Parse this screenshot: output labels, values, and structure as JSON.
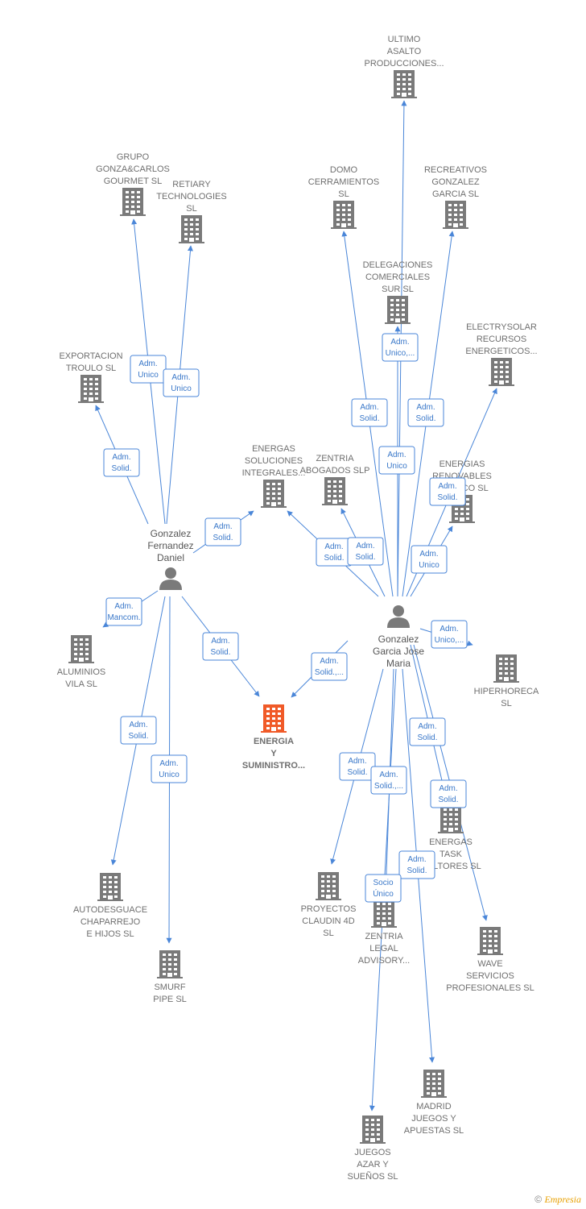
{
  "colors": {
    "edge": "#4a86d8",
    "node": "#7a7a7a",
    "focus": "#f05a28"
  },
  "nodes": [
    {
      "id": "ultimo",
      "type": "company",
      "lines": [
        "ULTIMO",
        "ASALTO",
        "PRODUCCIONES..."
      ]
    },
    {
      "id": "grupo",
      "type": "company",
      "lines": [
        "GRUPO",
        "GONZA&CARLOS",
        "GOURMET  SL"
      ]
    },
    {
      "id": "retiary",
      "type": "company",
      "lines": [
        "RETIARY",
        "TECHNOLOGIES",
        "SL"
      ]
    },
    {
      "id": "domo",
      "type": "company",
      "lines": [
        "DOMO",
        "CERRAMIENTOS",
        "SL"
      ]
    },
    {
      "id": "recreativos",
      "type": "company",
      "lines": [
        "RECREATIVOS",
        "GONZALEZ",
        "GARCIA SL"
      ]
    },
    {
      "id": "delegaciones",
      "type": "company",
      "lines": [
        "DELEGACIONES",
        "COMERCIALES",
        "SUR  SL"
      ]
    },
    {
      "id": "electrysolar",
      "type": "company",
      "lines": [
        "ELECTRYSOLAR",
        "RECURSOS",
        "ENERGETICOS..."
      ]
    },
    {
      "id": "exportacion",
      "type": "company",
      "lines": [
        "EXPORTACION",
        "TROULO  SL"
      ]
    },
    {
      "id": "energas_sol",
      "type": "company",
      "lines": [
        "ENERGAS",
        "SOLUCIONES",
        "INTEGRALES..."
      ]
    },
    {
      "id": "zentria_abog",
      "type": "company",
      "lines": [
        "ZENTRIA",
        "ABOGADOS  SLP"
      ]
    },
    {
      "id": "energias_ren",
      "type": "company",
      "lines": [
        "ENERGIAS",
        "RENOVABLES",
        "CASTICO  SL"
      ]
    },
    {
      "id": "aluminios",
      "type": "company",
      "lines": [
        "ALUMINIOS",
        "VILA  SL"
      ]
    },
    {
      "id": "hiperhoreca",
      "type": "company",
      "lines": [
        "HIPERHORECA",
        "SL"
      ]
    },
    {
      "id": "energia_sum",
      "type": "focus",
      "lines": [
        "ENERGIA",
        "Y",
        "SUMINISTRO..."
      ]
    },
    {
      "id": "energas_task",
      "type": "company",
      "lines": [
        "ENERGAS",
        "TASK",
        "CULTORES SL"
      ]
    },
    {
      "id": "autodesguace",
      "type": "company",
      "lines": [
        "AUTODESGUACE",
        "CHAPARREJO",
        "E HIJOS  SL"
      ]
    },
    {
      "id": "proyectos",
      "type": "company",
      "lines": [
        "PROYECTOS",
        "CLAUDIN 4D",
        "SL"
      ]
    },
    {
      "id": "zentria_legal",
      "type": "company",
      "lines": [
        "ZENTRIA",
        "LEGAL",
        "ADVISORY..."
      ]
    },
    {
      "id": "wave",
      "type": "company",
      "lines": [
        "WAVE",
        "SERVICIOS",
        "PROFESIONALES SL"
      ]
    },
    {
      "id": "smurf",
      "type": "company",
      "lines": [
        "SMURF",
        "PIPE  SL"
      ]
    },
    {
      "id": "madrid",
      "type": "company",
      "lines": [
        "MADRID",
        "JUEGOS Y",
        "APUESTAS  SL"
      ]
    },
    {
      "id": "juegos",
      "type": "company",
      "lines": [
        "JUEGOS",
        "AZAR Y",
        "SUEÑOS SL"
      ]
    },
    {
      "id": "person_daniel",
      "type": "person",
      "lines": [
        "Gonzalez",
        "Fernandez",
        "Daniel"
      ]
    },
    {
      "id": "person_jose",
      "type": "person",
      "lines": [
        "Gonzalez",
        "Garcia Jose",
        "Maria"
      ]
    }
  ],
  "edges": [
    {
      "from": "person_daniel",
      "to": "grupo",
      "label": [
        "Adm.",
        "Unico"
      ]
    },
    {
      "from": "person_daniel",
      "to": "retiary",
      "label": [
        "Adm.",
        "Unico"
      ]
    },
    {
      "from": "person_daniel",
      "to": "exportacion",
      "label": [
        "Adm.",
        "Solid."
      ]
    },
    {
      "from": "person_daniel",
      "to": "energas_sol",
      "label": [
        "Adm.",
        "Solid."
      ]
    },
    {
      "from": "person_daniel",
      "to": "aluminios",
      "label": [
        "Adm.",
        "Mancom."
      ]
    },
    {
      "from": "person_daniel",
      "to": "energia_sum",
      "label": [
        "Adm.",
        "Solid."
      ]
    },
    {
      "from": "person_daniel",
      "to": "autodesguace",
      "label": [
        "Adm.",
        "Solid."
      ]
    },
    {
      "from": "person_daniel",
      "to": "smurf",
      "label": [
        "Adm.",
        "Unico"
      ]
    },
    {
      "from": "person_jose",
      "to": "ultimo",
      "label": [
        "Adm.",
        "Unico"
      ]
    },
    {
      "from": "person_jose",
      "to": "domo",
      "label": [
        "Adm.",
        "Solid."
      ]
    },
    {
      "from": "person_jose",
      "to": "recreativos",
      "label": [
        "Adm.",
        "Solid."
      ]
    },
    {
      "from": "person_jose",
      "to": "delegaciones",
      "label": [
        "Adm.",
        "Unico,..."
      ]
    },
    {
      "from": "person_jose",
      "to": "electrysolar",
      "label": [
        "Adm.",
        "Solid."
      ]
    },
    {
      "from": "person_jose",
      "to": "energas_sol",
      "label": [
        "Adm.",
        "Solid."
      ]
    },
    {
      "from": "person_jose",
      "to": "zentria_abog",
      "label": [
        "Adm.",
        "Solid."
      ]
    },
    {
      "from": "person_jose",
      "to": "energias_ren",
      "label": [
        "Adm.",
        "Unico"
      ]
    },
    {
      "from": "person_jose",
      "to": "hiperhoreca",
      "label": [
        "Adm.",
        "Unico,..."
      ]
    },
    {
      "from": "person_jose",
      "to": "energia_sum",
      "label": [
        "Adm.",
        "Solid.,..."
      ]
    },
    {
      "from": "person_jose",
      "to": "energas_task",
      "label": [
        "Adm.",
        "Solid."
      ]
    },
    {
      "from": "person_jose",
      "to": "wave",
      "label": [
        "Adm.",
        "Solid."
      ]
    },
    {
      "from": "person_jose",
      "to": "proyectos",
      "label": [
        "Adm.",
        "Solid."
      ]
    },
    {
      "from": "person_jose",
      "to": "zentria_legal",
      "label": [
        "Adm.",
        "Solid.,..."
      ]
    },
    {
      "from": "person_jose",
      "to": "madrid",
      "label": [
        "Adm.",
        "Solid."
      ]
    },
    {
      "from": "person_jose",
      "to": "juegos",
      "label": [
        "Socio",
        "Único"
      ]
    }
  ],
  "footer": {
    "copyright": "©",
    "brand": "Empresia"
  }
}
